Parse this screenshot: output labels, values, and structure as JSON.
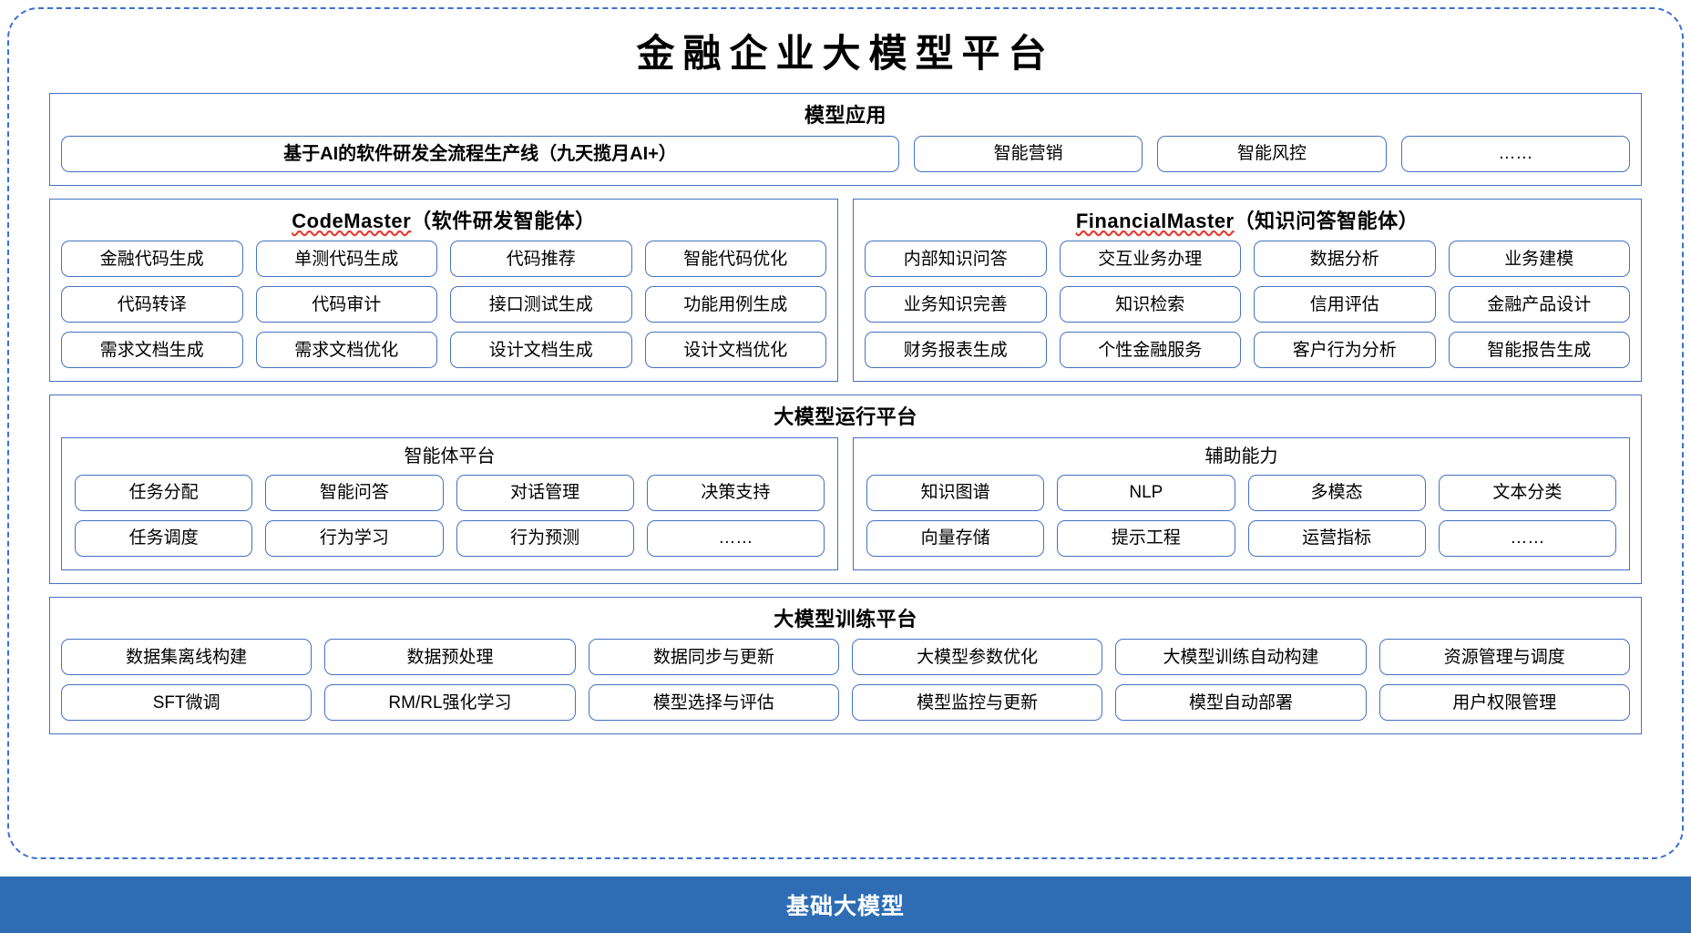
{
  "page": {
    "title": "金融企业大模型平台",
    "accent_blue": "#4472c4",
    "frame_blue": "#3b6fd4",
    "base_bar_blue": "#2e6db4",
    "misspell_red": "#e8392f"
  },
  "model_application": {
    "title": "模型应用",
    "items": [
      {
        "label": "基于AI的软件研发全流程生产线（九天揽月AI+）",
        "emphasis": "bold",
        "size": "wide"
      },
      {
        "label": "智能营销",
        "emphasis": "normal",
        "size": "small"
      },
      {
        "label": "智能风控",
        "emphasis": "normal",
        "size": "small"
      },
      {
        "label": "……",
        "emphasis": "normal",
        "size": "small"
      }
    ]
  },
  "agents": [
    {
      "name_en": "CodeMaster",
      "name_cn": "（软件研发智能体）",
      "spellcheck_flagged": true,
      "rows": [
        [
          "金融代码生成",
          "单测代码生成",
          "代码推荐",
          "智能代码优化"
        ],
        [
          "代码转译",
          "代码审计",
          "接口测试生成",
          "功能用例生成"
        ],
        [
          "需求文档生成",
          "需求文档优化",
          "设计文档生成",
          "设计文档优化"
        ]
      ]
    },
    {
      "name_en": "FinancialMaster",
      "name_cn": "（知识问答智能体）",
      "spellcheck_flagged": true,
      "rows": [
        [
          "内部知识问答",
          "交互业务办理",
          "数据分析",
          "业务建模"
        ],
        [
          "业务知识完善",
          "知识检索",
          "信用评估",
          "金融产品设计"
        ],
        [
          "财务报表生成",
          "个性金融服务",
          "客户行为分析",
          "智能报告生成"
        ]
      ]
    }
  ],
  "runtime_platform": {
    "title": "大模型运行平台",
    "panels": [
      {
        "title": "智能体平台",
        "rows": [
          [
            "任务分配",
            "智能问答",
            "对话管理",
            "决策支持"
          ],
          [
            "任务调度",
            "行为学习",
            "行为预测",
            "……"
          ]
        ]
      },
      {
        "title": "辅助能力",
        "rows": [
          [
            "知识图谱",
            "NLP",
            "多模态",
            "文本分类"
          ],
          [
            "向量存储",
            "提示工程",
            "运营指标",
            "……"
          ]
        ]
      }
    ]
  },
  "training_platform": {
    "title": "大模型训练平台",
    "rows": [
      [
        "数据集离线构建",
        "数据预处理",
        "数据同步与更新",
        "大模型参数优化",
        "大模型训练自动构建",
        "资源管理与调度"
      ],
      [
        "SFT微调",
        "RM/RL强化学习",
        "模型选择与评估",
        "模型监控与更新",
        "模型自动部署",
        "用户权限管理"
      ]
    ]
  },
  "base_model": {
    "label": "基础大模型"
  }
}
